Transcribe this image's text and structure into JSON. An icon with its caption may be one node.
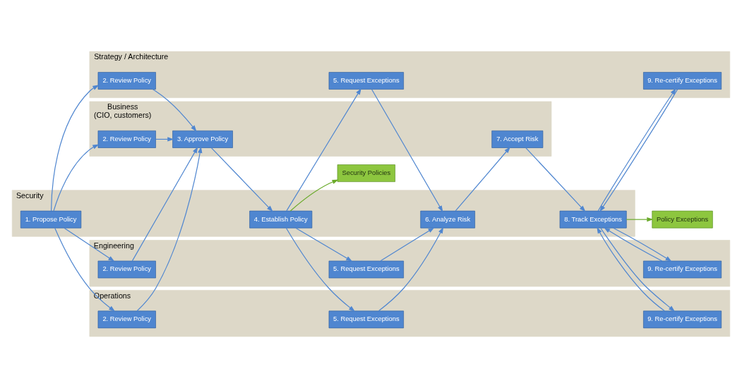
{
  "diagram": {
    "nodes": [
      {
        "text": [
          "Business",
          "(CIO, customers)"
        ]
      },
      {
        "text": [
          "Security"
        ]
      },
      {
        "text": [
          "Strategy / Architecture"
        ]
      },
      {
        "text": [
          "Engineering"
        ]
      },
      {
        "text": [
          "Operations"
        ]
      },
      {
        "text": [
          "Security Policies"
        ]
      },
      {
        "text": [
          "Policy Exceptions"
        ]
      },
      {
        "text": [
          "1. Propose Policy"
        ],
        "in": 1
      },
      {
        "text": [
          "2. Review Policy"
        ],
        "in": 0
      },
      {
        "text": [
          "2. Review Policy"
        ],
        "in": 2
      },
      {
        "text": [
          "2. Review Policy"
        ],
        "in": 3
      },
      {
        "text": [
          "2. Review Policy"
        ],
        "in": 4
      },
      {
        "text": [
          "3. Approve Policy"
        ],
        "in": 0
      },
      {
        "text": [
          "4. Establish Policy"
        ],
        "in": 1
      },
      {
        "text": [
          "5. Request Exceptions"
        ],
        "in": 2
      },
      {
        "text": [
          "5. Request Exceptions"
        ],
        "in": 3
      },
      {
        "text": [
          "5. Request Exceptions"
        ],
        "in": 4
      },
      {
        "text": [
          "7. Accept Risk"
        ],
        "in": 0
      },
      {
        "text": [
          "6. Analyze Risk"
        ],
        "in": 1
      },
      {
        "text": [
          "8. Track Exceptions"
        ],
        "in": 1
      },
      {
        "text": [
          "9. Re-certify Exceptions"
        ],
        "in": 2
      },
      {
        "text": [
          "9. Re-certify Exceptions"
        ],
        "in": 3
      },
      {
        "text": [
          "9. Re-certify Exceptions"
        ],
        "in": 4
      }
    ],
    "edges": [
      {
        "from": 7,
        "to": 8,
        "arrow": "to"
      },
      {
        "from": 7,
        "to": 9,
        "arrow": "to"
      },
      {
        "from": 7,
        "to": 10,
        "arrow": "to"
      },
      {
        "from": 7,
        "to": 11,
        "arrow": "to"
      },
      {
        "from": 8,
        "to": 12,
        "arrow": "to"
      },
      {
        "from": 9,
        "to": 12,
        "arrow": "to"
      },
      {
        "from": 10,
        "to": 12,
        "arrow": "to"
      },
      {
        "from": 11,
        "to": 12,
        "arrow": "to"
      },
      {
        "from": 12,
        "to": 13,
        "arrow": "to"
      },
      {
        "from": 13,
        "to": 5,
        "arrow": "to",
        "color": "#6aaa2a"
      },
      {
        "from": 13,
        "to": 14,
        "arrow": "to"
      },
      {
        "from": 13,
        "to": 15,
        "arrow": "to"
      },
      {
        "from": 13,
        "to": 16,
        "arrow": "to"
      },
      {
        "from": 14,
        "to": 18,
        "arrow": "to"
      },
      {
        "from": 15,
        "to": 18,
        "arrow": "to"
      },
      {
        "from": 16,
        "to": 18,
        "arrow": "to"
      },
      {
        "from": 18,
        "to": 17,
        "arrow": "to"
      },
      {
        "from": 17,
        "to": 19,
        "arrow": "to"
      },
      {
        "from": 19,
        "to": 6,
        "arrow": "to",
        "color": "#6aaa2a"
      },
      {
        "from": 19,
        "to": 20,
        "arrow": "to"
      },
      {
        "from": 19,
        "to": 21,
        "arrow": "to"
      },
      {
        "from": 19,
        "to": 22,
        "arrow": "to"
      },
      {
        "from": 20,
        "to": 19,
        "arrow": "to"
      },
      {
        "from": 21,
        "to": 19,
        "arrow": "to"
      },
      {
        "from": 22,
        "to": 19,
        "arrow": "to"
      }
    ]
  }
}
